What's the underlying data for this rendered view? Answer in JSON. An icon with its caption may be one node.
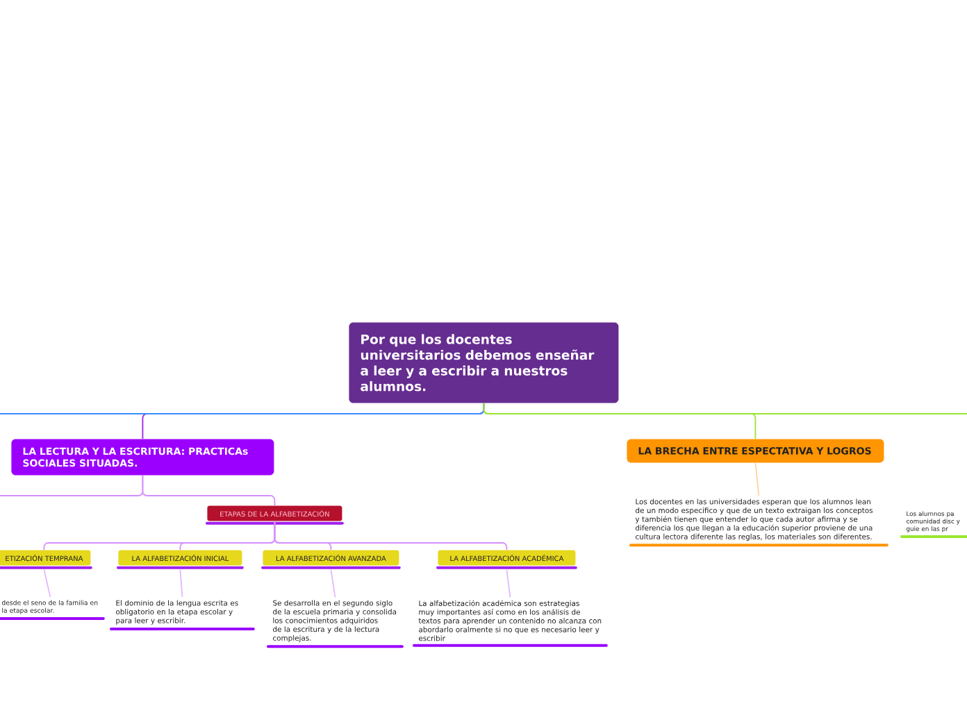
{
  "diagram": {
    "nodes": [
      {
        "text": [
          "Por que los docentes universitarios debemos enseñar a leer y a escribir a nuestros alumnos."
        ]
      },
      {
        "text": [
          "LA LECTURA Y LA ESCRITURA: PRACTICAs SOCIALES SITUADAS."
        ]
      },
      {
        "text": [
          "LA BRECHA ENTRE ESPECTATIVA Y LOGROS"
        ]
      },
      {
        "text": [
          "Los docentes en las universidades esperan que los alumnos lean de un modo especifico y que de un texto extraigan los conceptos y también tienen que entender lo que cada autor afirma y se diferencia los que llegan a la educación superior proviene de una cultura lectora diferente las reglas, los materiales son diferentes."
        ]
      },
      {
        "text": [
          "Los alumnos pa comunidad disc y guie en las pr"
        ]
      },
      {
        "text": [
          "ETAPAS DE LA ALFABETIZACIÓN"
        ]
      },
      {
        "text": [
          "ETIZACIÓN TEMPRANA"
        ]
      },
      {
        "text": [
          "LA ALFABETIZACIÓN INICIAL"
        ]
      },
      {
        "text": [
          "LA ALFABETIZACIÓN AVANZADA"
        ]
      },
      {
        "text": [
          "LA ALFABETIZACIÓN ACADÉMICA"
        ]
      },
      {
        "text": [
          "desde el seno de la familia en la etapa escolar."
        ]
      },
      {
        "text": [
          "El dominio de la lengua escrita es obligatorio en la etapa escolar y para leer y escribir."
        ]
      },
      {
        "text": [
          "Se desarrolla en el segundo siglo de la escuela primaria y consolida los conocimientos adquiridos de la escritura y de la lectura complejas."
        ]
      },
      {
        "text": [
          "La alfabetización académica son estrategias muy importantes así como en los análisis de textos para aprender un contenido no alcanza con abordarlo oralmente si no que es necesario leer y escribir"
        ]
      }
    ],
    "edges": [
      {
        "from": 0,
        "to": 1,
        "arrow": "none",
        "color": "#a020f0"
      },
      {
        "from": 0,
        "to": 2,
        "arrow": "none",
        "color": "#99e62e"
      },
      {
        "from": 0,
        "to": null,
        "arrow": "none",
        "color": "#3a8eff"
      },
      {
        "from": 0,
        "to": null,
        "arrow": "none",
        "color": "#99e62e"
      },
      {
        "from": 1,
        "to": 5,
        "arrow": "none",
        "color": "#d58fff"
      },
      {
        "from": 1,
        "to": null,
        "arrow": "none",
        "color": "#d58fff"
      },
      {
        "from": 2,
        "to": 3,
        "arrow": "none",
        "color": "#ffd3a0"
      },
      {
        "from": 5,
        "to": 6,
        "arrow": "none",
        "color": "#d58fff"
      },
      {
        "from": 5,
        "to": 7,
        "arrow": "none",
        "color": "#d58fff"
      },
      {
        "from": 5,
        "to": 8,
        "arrow": "none",
        "color": "#d58fff"
      },
      {
        "from": 5,
        "to": 9,
        "arrow": "none",
        "color": "#d58fff"
      },
      {
        "from": 6,
        "to": 10,
        "arrow": "none",
        "color": "#e2b8ff"
      },
      {
        "from": 7,
        "to": 11,
        "arrow": "none",
        "color": "#e2b8ff"
      },
      {
        "from": 8,
        "to": 12,
        "arrow": "none",
        "color": "#e2b8ff"
      },
      {
        "from": 9,
        "to": 13,
        "arrow": "none",
        "color": "#e2b8ff"
      }
    ]
  }
}
